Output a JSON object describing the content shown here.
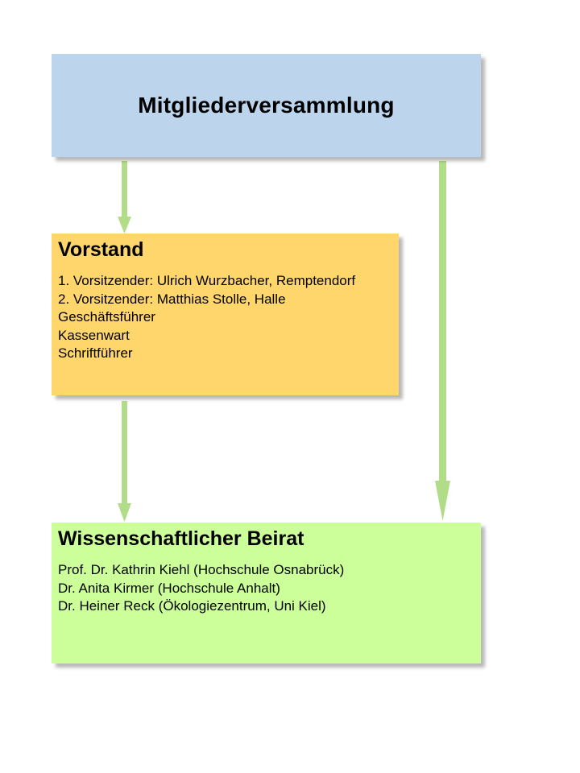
{
  "top_box": {
    "title": "Mitgliederversammlung",
    "fill": "#bcd5ec"
  },
  "middle_box": {
    "heading": "Vorstand",
    "lines": [
      "1. Vorsitzender: Ulrich Wurzbacher, Remptendorf",
      "2. Vorsitzender: Matthias Stolle, Halle",
      "Geschäftsführer",
      "Kassenwart",
      "Schriftführer"
    ],
    "fill": "#ffd66b"
  },
  "bottom_box": {
    "heading": "Wissenschaftlicher Beirat",
    "lines": [
      "Prof. Dr. Kathrin Kiehl (Hochschule Osnabrück)",
      "Dr. Anita Kirmer (Hochschule Anhalt)",
      "Dr. Heiner Reck (Ökologiezentrum, Uni Kiel)"
    ],
    "fill": "#ccff99"
  },
  "connectors": {
    "color": "#b2dd88",
    "edges": [
      {
        "from": "Mitgliederversammlung",
        "to": "Vorstand"
      },
      {
        "from": "Vorstand",
        "to": "Wissenschaftlicher Beirat"
      },
      {
        "from": "Mitgliederversammlung",
        "to": "Wissenschaftlicher Beirat"
      }
    ]
  }
}
